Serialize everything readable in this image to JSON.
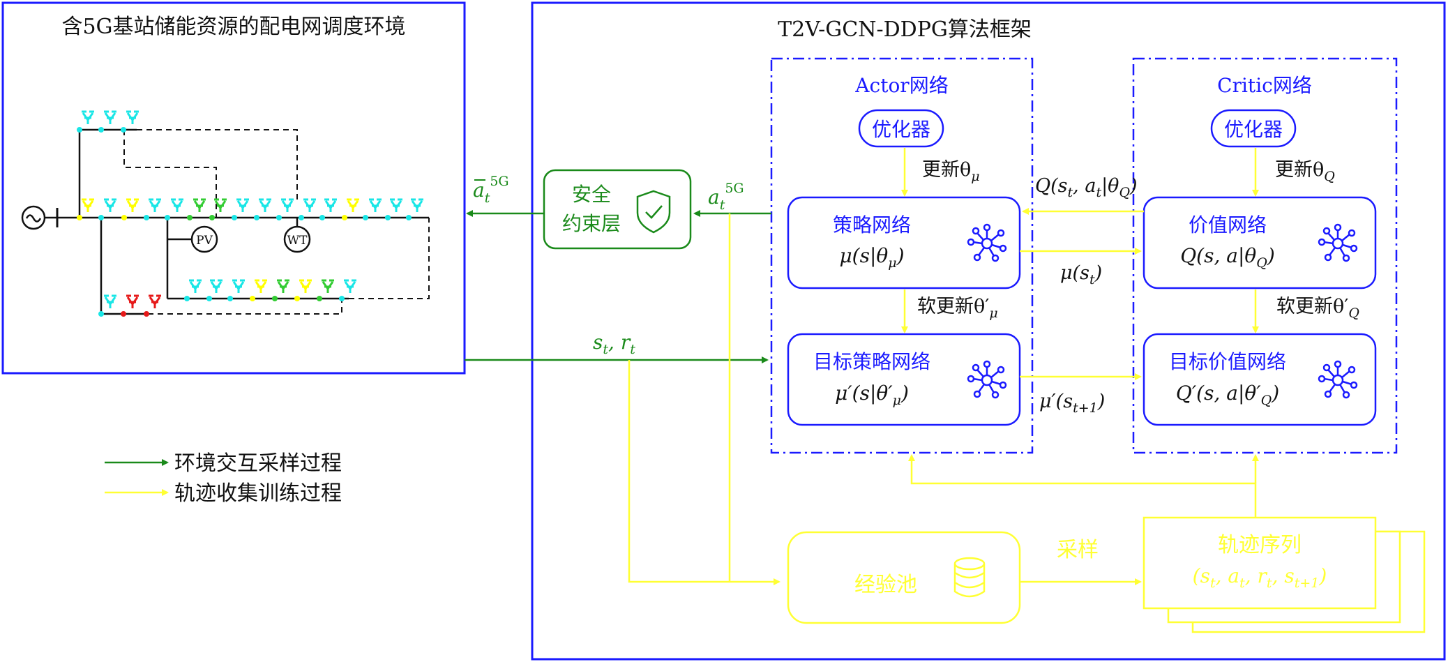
{
  "left_panel": {
    "title": "含5G基站储能资源的配电网调度环境",
    "pv_label": "PV",
    "wt_label": "WT"
  },
  "framework": {
    "title": "T2V-GCN-DDPG算法框架"
  },
  "actor": {
    "title": "Actor网络",
    "optimizer": "优化器",
    "update_label": "更新θ",
    "update_sub": "μ",
    "policy_title": "策略网络",
    "policy_formula": "μ(s|θ",
    "policy_formula_sub": "μ",
    "soft_update": "软更新θ′",
    "soft_update_sub": "μ",
    "target_title": "目标策略网络",
    "target_formula": "μ′(s|θ′",
    "target_formula_sub": "μ"
  },
  "critic": {
    "title": "Critic网络",
    "optimizer": "优化器",
    "update_label": "更新θ",
    "update_sub": "Q",
    "value_title": "价值网络",
    "value_formula": "Q(s, a|θ",
    "value_formula_sub": "Q",
    "soft_update": "软更新θ′",
    "soft_update_sub": "Q",
    "target_title": "目标价值网络",
    "target_formula": "Q′(s, a|θ′",
    "target_formula_sub": "Q"
  },
  "safety": {
    "line1": "安全",
    "line2": "约束层"
  },
  "signals": {
    "a_bar_main": "a",
    "a_bar_sub": "t",
    "a_bar_sup": "5G",
    "a_main": "a",
    "a_sub": "t",
    "a_sup": "5G",
    "q_feedback": "Q(s",
    "q_feedback_mid": ", a",
    "q_feedback_end": "|θ",
    "mu_st": "μ(s",
    "mu_prime": "μ′(s",
    "mu_prime_sub": "t+1",
    "st_rt": "s",
    "st_rt_mid": ", r"
  },
  "pool": {
    "label": "经验池",
    "sample_label": "采样",
    "traj_title": "轨迹序列",
    "traj_formula": "(s",
    "traj_formula_a": ", a",
    "traj_formula_r": ", r",
    "traj_formula_s": ", s",
    "traj_formula_end": ")"
  },
  "legend": {
    "green_label": "环境交互采样过程",
    "yellow_label": "轨迹收集训练过程"
  },
  "colors": {
    "blue": "#1a1aff",
    "green": "#1a8a1a",
    "yellow": "#ffff33",
    "cyan": "#19e6e6",
    "red": "#e61919",
    "lime": "#33cc33",
    "gold": "#ffff00"
  }
}
